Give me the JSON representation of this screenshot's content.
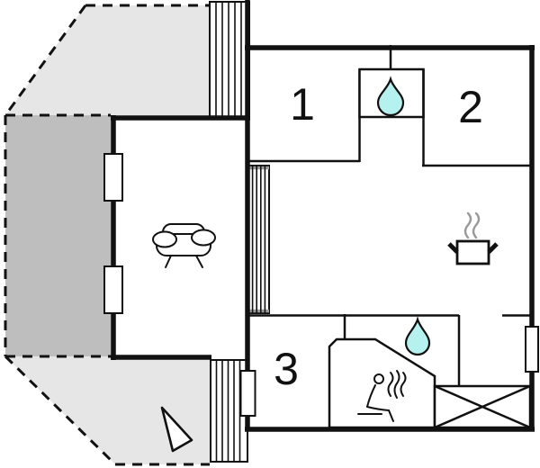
{
  "floorplan": {
    "rooms": [
      {
        "id": "room-1",
        "label": "1"
      },
      {
        "id": "room-2",
        "label": "2"
      },
      {
        "id": "room-3",
        "label": "3"
      }
    ],
    "colors": {
      "wall": "#111111",
      "terrace_light": "#e6e6e6",
      "terrace_dark": "#bebebe",
      "water_drop": "#b4f1ef",
      "steam": "#999999",
      "floor": "#ffffff"
    },
    "icon_names": [
      "water-drop-icon",
      "cooking-pot-icon",
      "steam-icon",
      "sauna-person-icon",
      "sofa-icon",
      "north-arrow-icon",
      "stairs",
      "window",
      "door",
      "storage-cross-icon"
    ]
  }
}
